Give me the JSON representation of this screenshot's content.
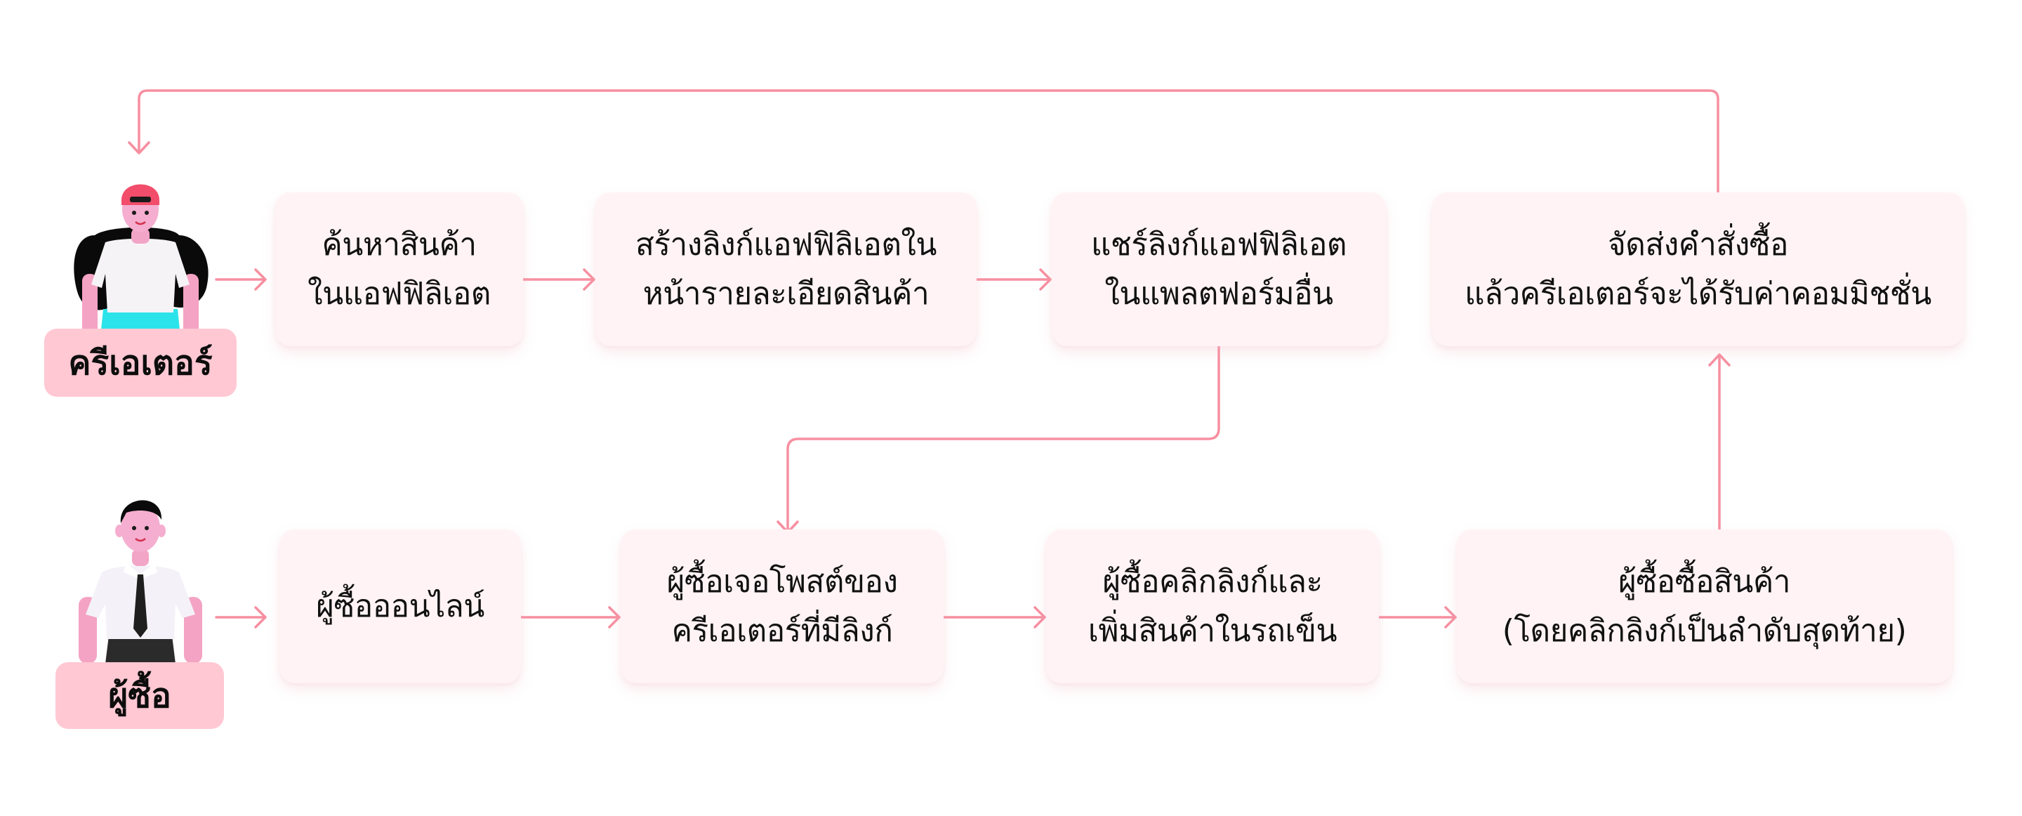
{
  "theme": {
    "line_color": "#F78FA0",
    "box_fill": "#FFF3F5",
    "badge_fill": "#FFC8D3",
    "text_color": "#111111"
  },
  "actors": {
    "creator": {
      "label": "ครีเอเตอร์",
      "icon": "creator-avatar-woman-red-cap"
    },
    "buyer": {
      "label": "ผู้ซื้อ",
      "icon": "buyer-avatar-man-tie"
    }
  },
  "creator_flow": [
    {
      "id": "search-product",
      "lines": [
        "ค้นหาสินค้า",
        "ในแอฟฟิลิเอต"
      ]
    },
    {
      "id": "create-link",
      "lines": [
        "สร้างลิงก์แอฟฟิลิเอตใน",
        "หน้ารายละเอียดสินค้า"
      ]
    },
    {
      "id": "share-link",
      "lines": [
        "แชร์ลิงก์แอฟฟิลิเอต",
        "ในแพลตฟอร์มอื่น"
      ]
    },
    {
      "id": "ship-order",
      "lines": [
        "จัดส่งคำสั่งซื้อ",
        "แล้วครีเอเตอร์จะได้รับค่าคอมมิชชั่น"
      ]
    }
  ],
  "buyer_flow": [
    {
      "id": "online-buyer",
      "lines": [
        "ผู้ซื้อออนไลน์"
      ]
    },
    {
      "id": "see-post",
      "lines": [
        "ผู้ซื้อเจอโพสต์ของ",
        "ครีเอเตอร์ที่มีลิงก์"
      ]
    },
    {
      "id": "click-add-cart",
      "lines": [
        "ผู้ซื้อคลิกลิงก์และ",
        "เพิ่มสินค้าในรถเข็น"
      ]
    },
    {
      "id": "purchase",
      "lines": [
        "ผู้ซื้อซื้อสินค้า",
        "(โดยคลิกลิงก์เป็นลำดับสุดท้าย)"
      ]
    }
  ],
  "connections": [
    {
      "from": "creator",
      "to": "search-product"
    },
    {
      "from": "search-product",
      "to": "create-link"
    },
    {
      "from": "create-link",
      "to": "share-link"
    },
    {
      "from": "share-link",
      "to": "see-post"
    },
    {
      "from": "buyer",
      "to": "online-buyer"
    },
    {
      "from": "online-buyer",
      "to": "see-post"
    },
    {
      "from": "see-post",
      "to": "click-add-cart"
    },
    {
      "from": "click-add-cart",
      "to": "purchase"
    },
    {
      "from": "purchase",
      "to": "ship-order"
    },
    {
      "from": "ship-order",
      "to": "creator"
    }
  ]
}
